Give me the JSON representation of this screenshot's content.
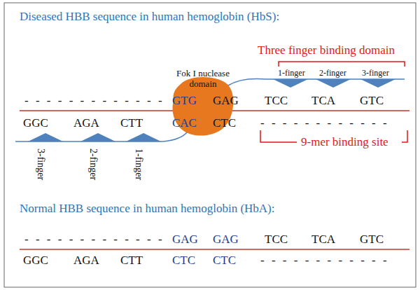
{
  "diagram": {
    "nodes": [
      {
        "text": [
          "Fok I nuclease domain"
        ]
      }
    ],
    "labels": [
      "Diseased HBB sequence in human hemoglobin (HbS):",
      "Three finger binding domain",
      "1-finger",
      "2-finger",
      "3-finger",
      "- - - - - - - - - - - - -",
      "GTG",
      "GAG",
      "TCC",
      "TCA",
      "GTC",
      "GGC",
      "AGA",
      "CTT",
      "CAC",
      "CTC",
      "- - - - - - - - - - - -",
      "9-mer binding site",
      "3-finger",
      "2-finger",
      "1-finger",
      "Normal HBB sequence in human hemoglobin (HbA):",
      "- - - - - - - - - - - - -",
      "GAG",
      "GAG",
      "TCC",
      "TCA",
      "GTC",
      "GGC",
      "AGA",
      "CTT",
      "CTC",
      "CTC",
      "- - - - - - - - - - - -"
    ]
  }
}
